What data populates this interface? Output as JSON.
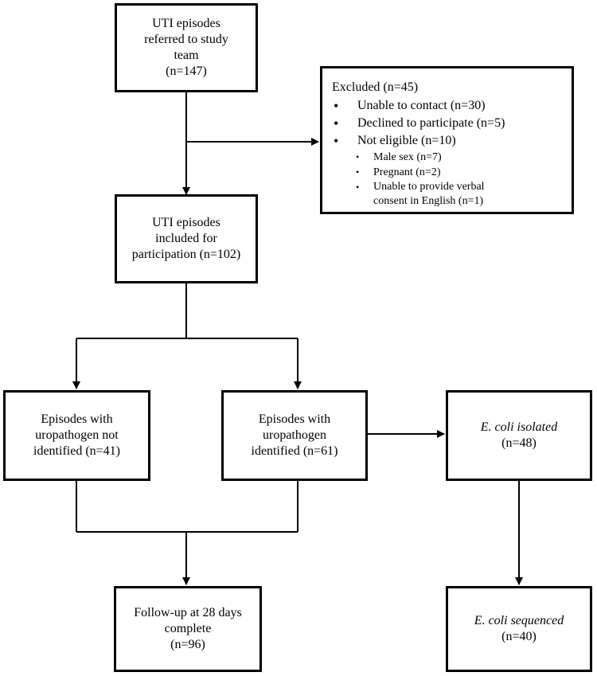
{
  "boxes": {
    "referred": {
      "lines": [
        "UTI episodes",
        "referred to study",
        "team",
        "(n=147)"
      ]
    },
    "excluded": {
      "title": "Excluded (n=45)",
      "items": [
        "Unable to contact (n=30)",
        "Declined to participate (n=5)",
        "Not eligible (n=10)"
      ],
      "subitems": [
        "Male sex (n=7)",
        "Pregnant (n=2)",
        "Unable to provide verbal",
        "consent in English (n=1)"
      ]
    },
    "included": {
      "lines": [
        "UTI episodes",
        "included for",
        "participation (n=102)"
      ]
    },
    "not_identified": {
      "lines": [
        "Episodes with",
        "uropathogen not",
        "identified (n=41)"
      ]
    },
    "identified": {
      "lines": [
        "Episodes with",
        "uropathogen",
        "identified (n=61)"
      ]
    },
    "ecoli_isolated": {
      "lines": [
        "E. coli isolated",
        "(n=48)"
      ]
    },
    "followup": {
      "lines": [
        "Follow-up at 28 days",
        "complete",
        "(n=96)"
      ]
    },
    "ecoli_sequenced": {
      "lines": [
        "E. coli sequenced",
        "(n=40)"
      ]
    }
  }
}
